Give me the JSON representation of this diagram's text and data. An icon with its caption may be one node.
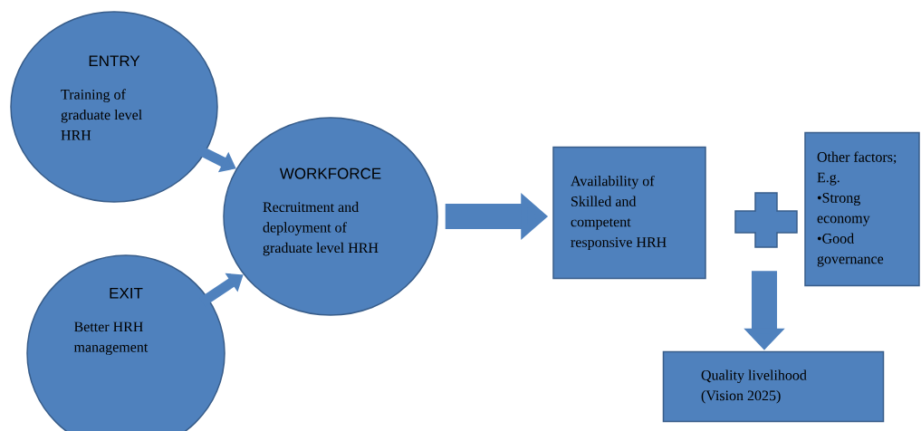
{
  "diagram": {
    "nodes": [
      {
        "text": [
          "ENTRY",
          "Training of graduate level HRH"
        ]
      },
      {
        "text": [
          "WORKFORCE",
          "Recruitment and deployment of graduate level HRH"
        ]
      },
      {
        "text": [
          "EXIT",
          "Better HRH management"
        ]
      },
      {
        "text": [
          "Availability of Skilled and competent responsive HRH"
        ]
      },
      {
        "text": [],
        "shape": "cross"
      },
      {
        "text": [
          "Other factors; E.g.",
          "•Strong economy",
          "•Good governance"
        ]
      },
      {
        "text": [
          "Quality livelihood (Vision 2025)"
        ]
      }
    ],
    "edges": [
      {
        "from": 0,
        "to": 1,
        "arrow": "to"
      },
      {
        "from": 2,
        "to": 1,
        "arrow": "to"
      },
      {
        "from": 1,
        "to": 3,
        "arrow": "to",
        "style": "thick"
      },
      {
        "from": 4,
        "to": 6,
        "arrow": "to",
        "style": "thick"
      }
    ]
  }
}
